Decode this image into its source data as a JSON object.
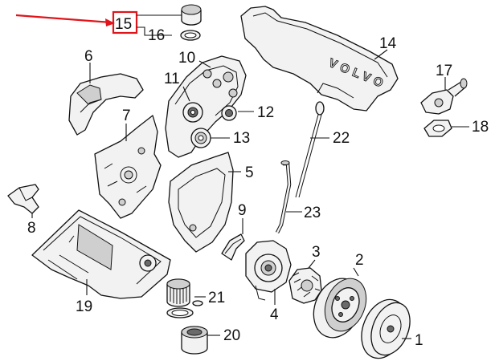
{
  "callouts": [
    {
      "id": "1",
      "label": "1"
    },
    {
      "id": "2",
      "label": "2"
    },
    {
      "id": "3",
      "label": "3"
    },
    {
      "id": "4",
      "label": "4"
    },
    {
      "id": "5",
      "label": "5"
    },
    {
      "id": "6",
      "label": "6"
    },
    {
      "id": "7",
      "label": "7"
    },
    {
      "id": "8",
      "label": "8"
    },
    {
      "id": "9",
      "label": "9"
    },
    {
      "id": "10",
      "label": "10"
    },
    {
      "id": "11",
      "label": "11"
    },
    {
      "id": "12",
      "label": "12"
    },
    {
      "id": "13",
      "label": "13"
    },
    {
      "id": "14",
      "label": "14"
    },
    {
      "id": "15",
      "label": "15"
    },
    {
      "id": "16",
      "label": "16"
    },
    {
      "id": "17",
      "label": "17"
    },
    {
      "id": "18",
      "label": "18"
    },
    {
      "id": "19",
      "label": "19"
    },
    {
      "id": "20",
      "label": "20"
    },
    {
      "id": "21",
      "label": "21"
    },
    {
      "id": "22",
      "label": "22"
    },
    {
      "id": "23",
      "label": "23"
    }
  ],
  "cover_text": "VOLVO",
  "highlight": {
    "callout": "15",
    "color": "#e0151b"
  },
  "line_color": "#111111"
}
